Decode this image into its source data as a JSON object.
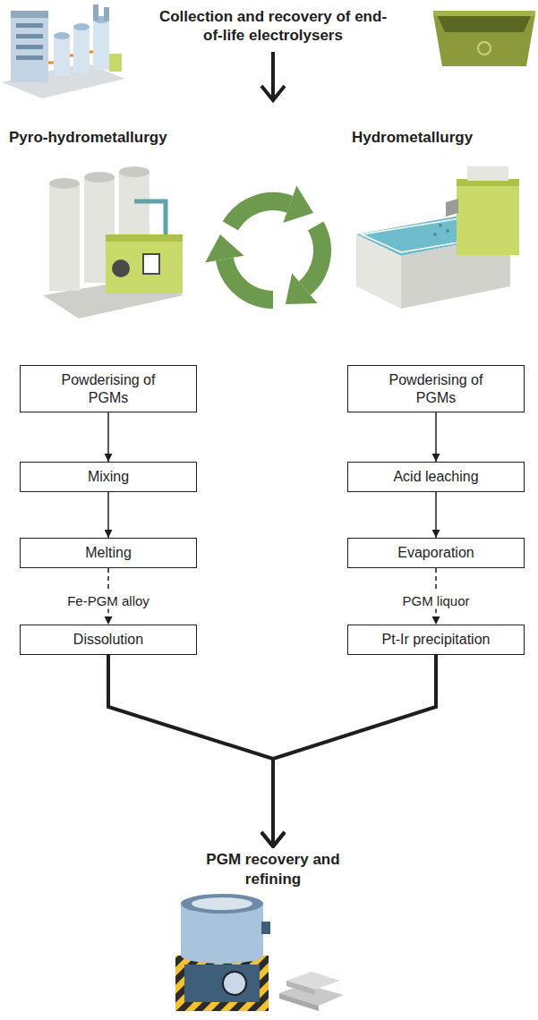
{
  "diagram": {
    "title": "Collection and recovery of end-of-life electrolysers",
    "nodes": [
      {
        "text": [
          "Powderising of PGMs"
        ]
      },
      {
        "text": [
          "Mixing"
        ]
      },
      {
        "text": [
          "Melting"
        ]
      },
      {
        "text": [
          "Dissolution"
        ]
      },
      {
        "text": [
          "Powderising of PGMs"
        ]
      },
      {
        "text": [
          "Acid leaching"
        ]
      },
      {
        "text": [
          "Evaporation"
        ]
      },
      {
        "text": [
          "Pt-Ir precipitation"
        ]
      },
      {
        "text": [
          "PGM recovery and refining"
        ]
      }
    ],
    "edges": [
      {
        "from": 0,
        "to": 1,
        "arrow": "to"
      },
      {
        "from": 1,
        "to": 2,
        "arrow": "to"
      },
      {
        "from": 2,
        "to": 3,
        "label": "Fe-PGM alloy",
        "arrow": "to"
      },
      {
        "from": 4,
        "to": 5,
        "arrow": "to"
      },
      {
        "from": 5,
        "to": 6,
        "arrow": "to"
      },
      {
        "from": 6,
        "to": 7,
        "label": "PGM liquor",
        "arrow": "to"
      },
      {
        "from": 3,
        "to": 8,
        "arrow": "to"
      },
      {
        "from": 7,
        "to": 8,
        "arrow": "to"
      }
    ],
    "labels": [
      "Pyro-hydrometallurgy",
      "Hydrometallurgy"
    ]
  }
}
